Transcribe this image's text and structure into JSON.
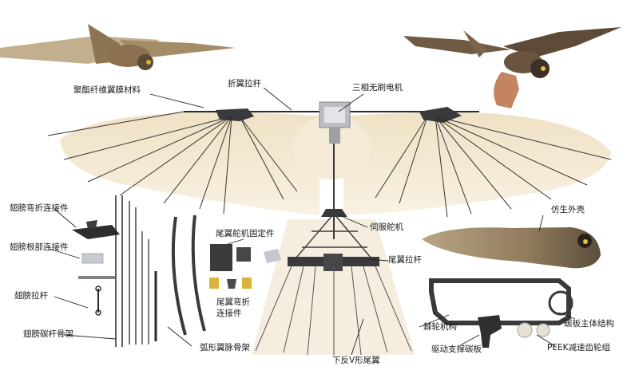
{
  "labels": {
    "membrane": "聚酯纤维翼膜材料",
    "fold_rod": "折翼拉杆",
    "motor": "三相无刷电机",
    "wing_fold_joint": "翅膀弯折连接件",
    "wing_root_joint": "翅膀根部连接件",
    "wing_rod": "翅膀拉杆",
    "wing_spar": "翅膀碳杆骨架",
    "tail_servo_mount": "尾翼舵机固定件",
    "tail_fold_joint_1": "尾翼弯折",
    "tail_fold_joint_2": "连接件",
    "servo": "伺服舵机",
    "tail_rod": "尾翼拉杆",
    "bionic_shell": "仿生外壳",
    "arc_rib": "弧形翼脉骨架",
    "inverted_v_tail": "下反V形尾翼",
    "gear_mechanism": "棘轮机构",
    "drive_plate": "驱动支撑碳板",
    "main_frame": "碳板主体结构",
    "peek_gears": "PEEK减速齿轮组"
  },
  "colors": {
    "feather": "#f1e6cf",
    "carbon": "#3a3a3c",
    "text": "#1a1a1a"
  }
}
